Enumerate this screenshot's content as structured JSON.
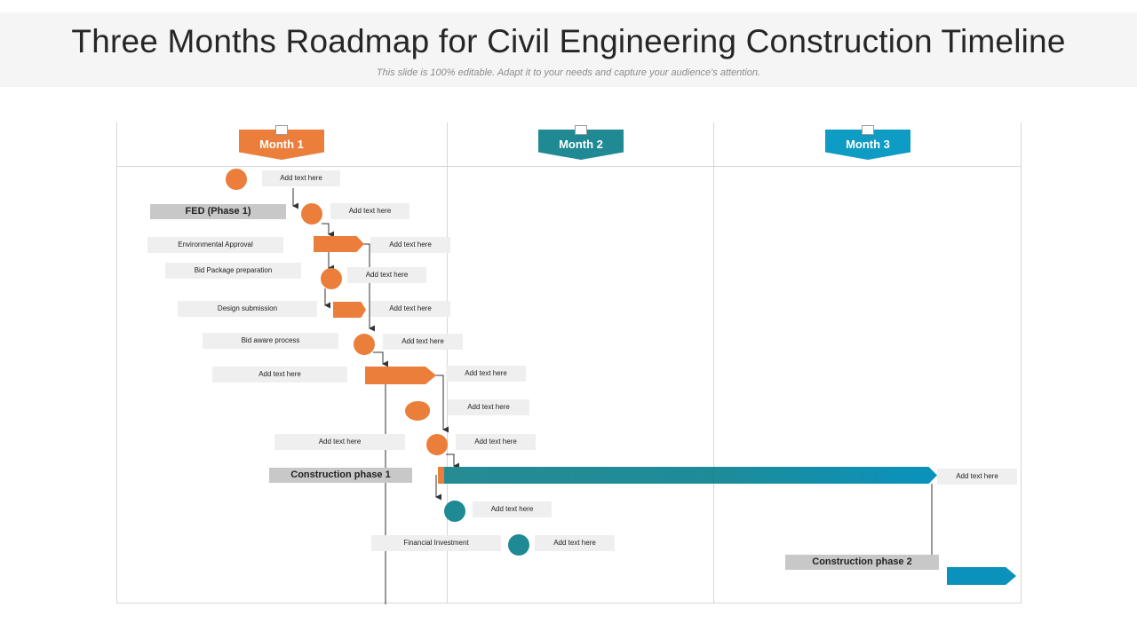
{
  "header": {
    "title": "Three Months Roadmap for Civil Engineering Construction Timeline",
    "subtitle": "This slide is 100% editable. Adapt it to your needs and capture your audience's attention."
  },
  "months": [
    {
      "label": "Month 1",
      "color": "#ec7e3b"
    },
    {
      "label": "Month 2",
      "color": "#1f8a94"
    },
    {
      "label": "Month 3",
      "color": "#0e9bc4"
    }
  ],
  "tasks": {
    "fed_phase1": "FED  (Phase 1)",
    "environmental_approval": "Environmental Approval",
    "bid_package_preparation": "Bid Package  preparation",
    "design_submission": "Design submission",
    "bid_aware_process": "Bid aware  process",
    "construction_phase1": "Construction phase 1",
    "financial_investment": "Financial  Investment",
    "construction_phase2": "Construction phase 2"
  },
  "placeholder_text": "Add text here",
  "colors": {
    "orange": "#ec7e3b",
    "teal": "#1f8a94",
    "blue": "#0a92bd",
    "label_bg": "#efefef",
    "phase_bg": "#c8c8c8"
  }
}
